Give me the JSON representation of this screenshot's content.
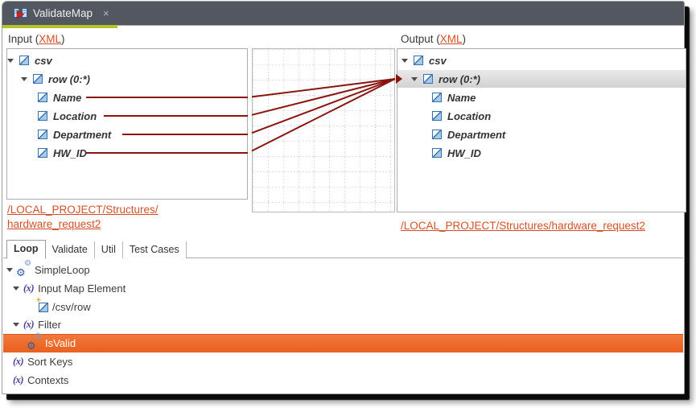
{
  "tab_bar": {
    "title": "ValidateMap",
    "close_glyph": "×"
  },
  "input_panel": {
    "title_prefix": "Input (",
    "format_link": "XML",
    "title_suffix": ")",
    "tree": [
      {
        "label": "csv"
      },
      {
        "label": "row (0:*)"
      },
      {
        "label": "Name"
      },
      {
        "label": "Location"
      },
      {
        "label": "Department"
      },
      {
        "label": "HW_ID"
      }
    ],
    "path_line1": "/LOCAL_PROJECT/Structures/",
    "path_line2": "hardware_request2"
  },
  "output_panel": {
    "title_prefix": "Output (",
    "format_link": "XML",
    "title_suffix": ")",
    "tree": [
      {
        "label": "csv"
      },
      {
        "label": "row (0:*)",
        "highlighted": true
      },
      {
        "label": "Name"
      },
      {
        "label": "Location"
      },
      {
        "label": "Department"
      },
      {
        "label": "HW_ID"
      }
    ],
    "path": "/LOCAL_PROJECT/Structures/hardware_request2"
  },
  "mapping": {
    "line_color": "#8a1410",
    "connections": [
      {
        "from": "Name",
        "to": "row (0:*)"
      },
      {
        "from": "Location",
        "to": "row (0:*)"
      },
      {
        "from": "Department",
        "to": "row (0:*)"
      },
      {
        "from": "HW_ID",
        "to": "row (0:*)"
      }
    ]
  },
  "bottom_tabs": [
    {
      "label": "Loop",
      "active": true
    },
    {
      "label": "Validate",
      "active": false
    },
    {
      "label": "Util",
      "active": false
    },
    {
      "label": "Test Cases",
      "active": false
    }
  ],
  "loop_tree": [
    {
      "label": "SimpleLoop",
      "icon": "gears"
    },
    {
      "label": "Input Map Element",
      "icon": "x-statement"
    },
    {
      "label": "/csv/row",
      "icon": "element-new"
    },
    {
      "label": "Filter",
      "icon": "x-statement"
    },
    {
      "label": "IsValid",
      "icon": "gears",
      "selected": true
    },
    {
      "label": "Sort Keys",
      "icon": "x-statement"
    },
    {
      "label": "Contexts",
      "icon": "x-statement"
    }
  ],
  "icons": {
    "gear_glyph": "⚙",
    "x_glyph": "(x)",
    "new_mark": "+"
  },
  "colors": {
    "header_bg": "#53575f",
    "tab_accent_green": "#b4c22e",
    "mapping_line": "#8a1410",
    "selection_orange": "#ed6a2e",
    "row_highlight_gray": "#d8d8d8",
    "link_orange": "#d4502a"
  }
}
